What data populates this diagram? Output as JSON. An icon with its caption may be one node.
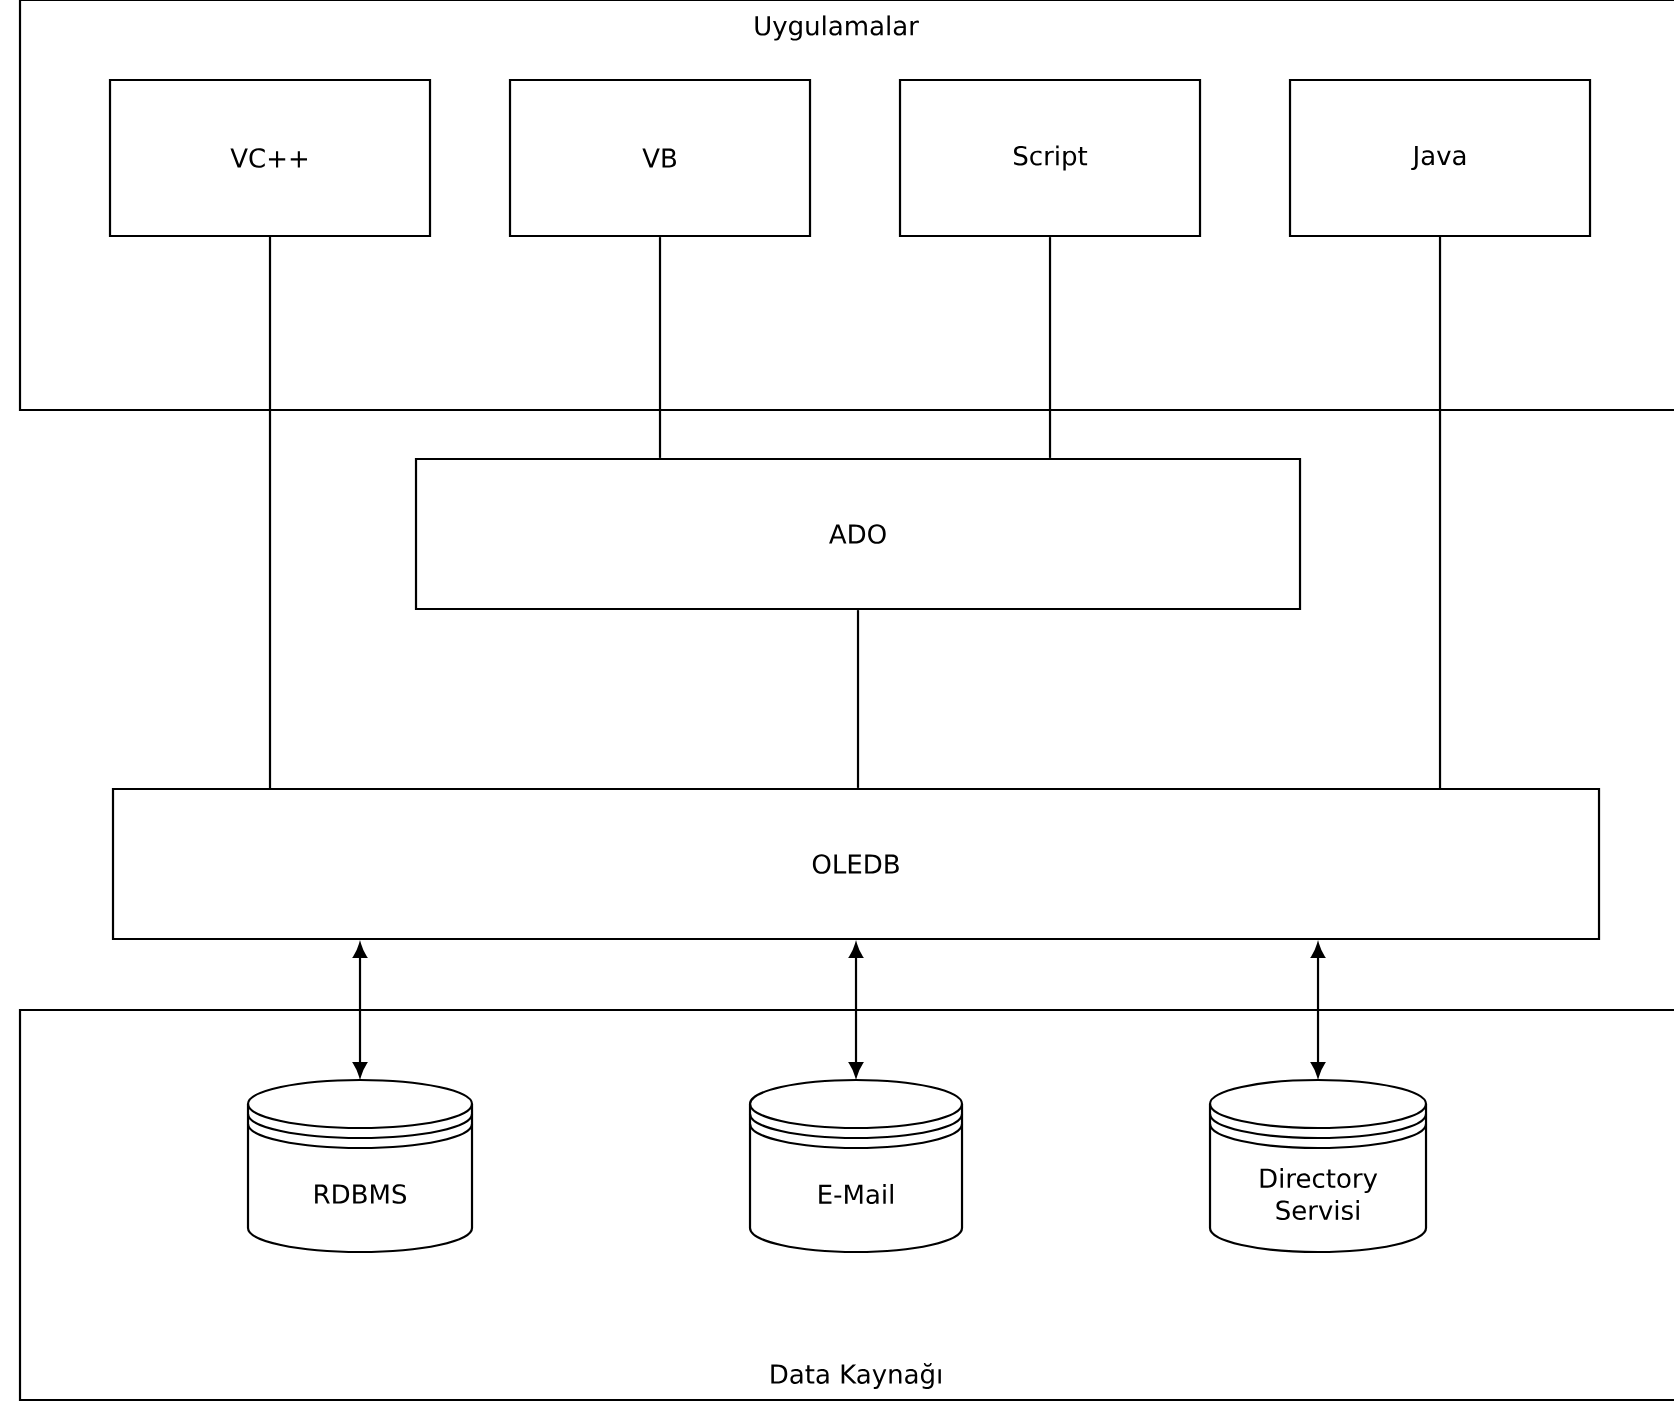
{
  "diagram": {
    "nodes": [
      {
        "text": [
          "Uygulamalar"
        ]
      },
      {
        "text": [
          "VC++"
        ],
        "in": 0
      },
      {
        "text": [
          "VB"
        ],
        "in": 0
      },
      {
        "text": [
          "Script"
        ],
        "in": 0
      },
      {
        "text": [
          "Java"
        ],
        "in": 0
      },
      {
        "text": [
          "ADO"
        ]
      },
      {
        "text": [
          "OLEDB"
        ]
      },
      {
        "text": [
          "Data Kaynağı"
        ]
      },
      {
        "text": [
          "RDBMS"
        ],
        "in": 7
      },
      {
        "text": [
          "E-Mail"
        ],
        "in": 7
      },
      {
        "text": [
          "Directory Servisi"
        ],
        "in": 7
      }
    ],
    "edges": [
      {
        "from": 1,
        "to": 6,
        "arrow": "none"
      },
      {
        "from": 2,
        "to": 5,
        "arrow": "none"
      },
      {
        "from": 3,
        "to": 5,
        "arrow": "none"
      },
      {
        "from": 4,
        "to": 6,
        "arrow": "none"
      },
      {
        "from": 5,
        "to": 6,
        "arrow": "none"
      },
      {
        "from": 6,
        "to": 8,
        "arrow": "both"
      },
      {
        "from": 6,
        "to": 9,
        "arrow": "both"
      },
      {
        "from": 6,
        "to": 10,
        "arrow": "both"
      }
    ]
  }
}
